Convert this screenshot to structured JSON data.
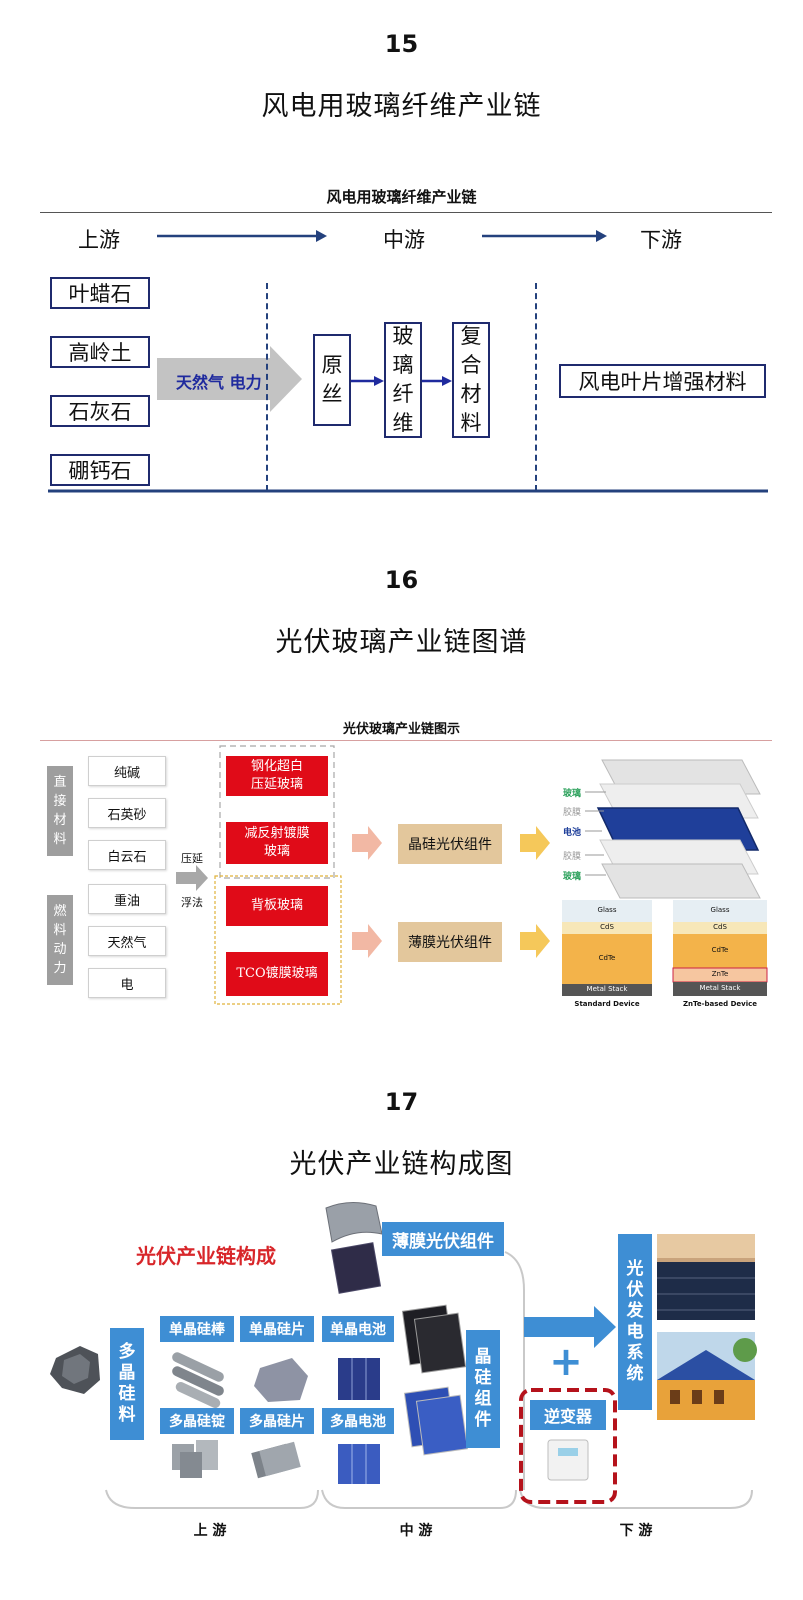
{
  "sections": [
    {
      "number": "15",
      "title": "风电用玻璃纤维产业链"
    },
    {
      "number": "16",
      "title": "光伏玻璃产业链图谱"
    },
    {
      "number": "17",
      "title": "光伏产业链构成图"
    }
  ],
  "fig15": {
    "caption": "风电用玻璃纤维产业链",
    "stages": {
      "upstream": "上游",
      "midstream": "中游",
      "downstream": "下游"
    },
    "minerals": [
      "叶蜡石",
      "高岭土",
      "石灰石",
      "硼钙石"
    ],
    "energy": "天然气 电力",
    "mid_steps": [
      [
        "原",
        "丝"
      ],
      [
        "玻",
        "璃",
        "纤",
        "维"
      ],
      [
        "复",
        "合",
        "材",
        "料"
      ]
    ],
    "product": "风电叶片增强材料",
    "colors": {
      "navy": "#1f2a6e",
      "arrow_grey": "#c3c3c3",
      "energy_text": "#1f2a9e"
    }
  },
  "fig16": {
    "caption": "光伏玻璃产业链图示",
    "group_direct": [
      "直",
      "接",
      "材",
      "料"
    ],
    "group_fuel": [
      "燃",
      "料",
      "动",
      "力"
    ],
    "materials": [
      "纯碱",
      "石英砂",
      "白云石",
      "重油",
      "天然气",
      "电"
    ],
    "process": [
      "压延",
      "浮法"
    ],
    "glass_types": [
      [
        "钢化超白",
        "压延玻璃"
      ],
      [
        "减反射镀膜",
        "玻璃"
      ],
      [
        "背板玻璃"
      ],
      [
        "TCO镀膜玻璃"
      ]
    ],
    "modules": [
      "晶硅光伏组件",
      "薄膜光伏组件"
    ],
    "layers": [
      "玻璃",
      "胶膜",
      "电池",
      "胶膜",
      "玻璃"
    ],
    "standard_device": {
      "layers": [
        "Glass",
        "CdS",
        "CdTe",
        "Metal Stack"
      ],
      "label": "Standard Device"
    },
    "znte_device": {
      "layers": [
        "Glass",
        "CdS",
        "CdTe",
        "ZnTe",
        "Metal Stack"
      ],
      "label": "ZnTe-based Device"
    },
    "colors": {
      "red": "#e00b18",
      "tan": "#e3c79c",
      "grey": "#9e9e9e",
      "layer_green": "#2aa05a",
      "layer_blue": "#1f3f9a"
    }
  },
  "fig17": {
    "caption": "光伏产业链构成",
    "polysilicon": [
      "多",
      "晶",
      "硅",
      "料"
    ],
    "upstream_items": [
      "单晶硅棒",
      "单晶硅片",
      "多晶硅锭",
      "多晶硅片"
    ],
    "cells": [
      "单晶电池",
      "多晶电池"
    ],
    "thin_film": "薄膜光伏组件",
    "crystal_module": [
      "晶",
      "硅",
      "组",
      "件"
    ],
    "system": [
      "光",
      "伏",
      "发",
      "电",
      "系",
      "统"
    ],
    "plus": "+",
    "inverter": "逆变器",
    "stages": {
      "upstream": "上 游",
      "midstream": "中 游",
      "downstream": "下 游"
    },
    "colors": {
      "blue": "#3e8ed4",
      "red_title": "#d8262a",
      "dash_red": "#b5121b"
    }
  }
}
